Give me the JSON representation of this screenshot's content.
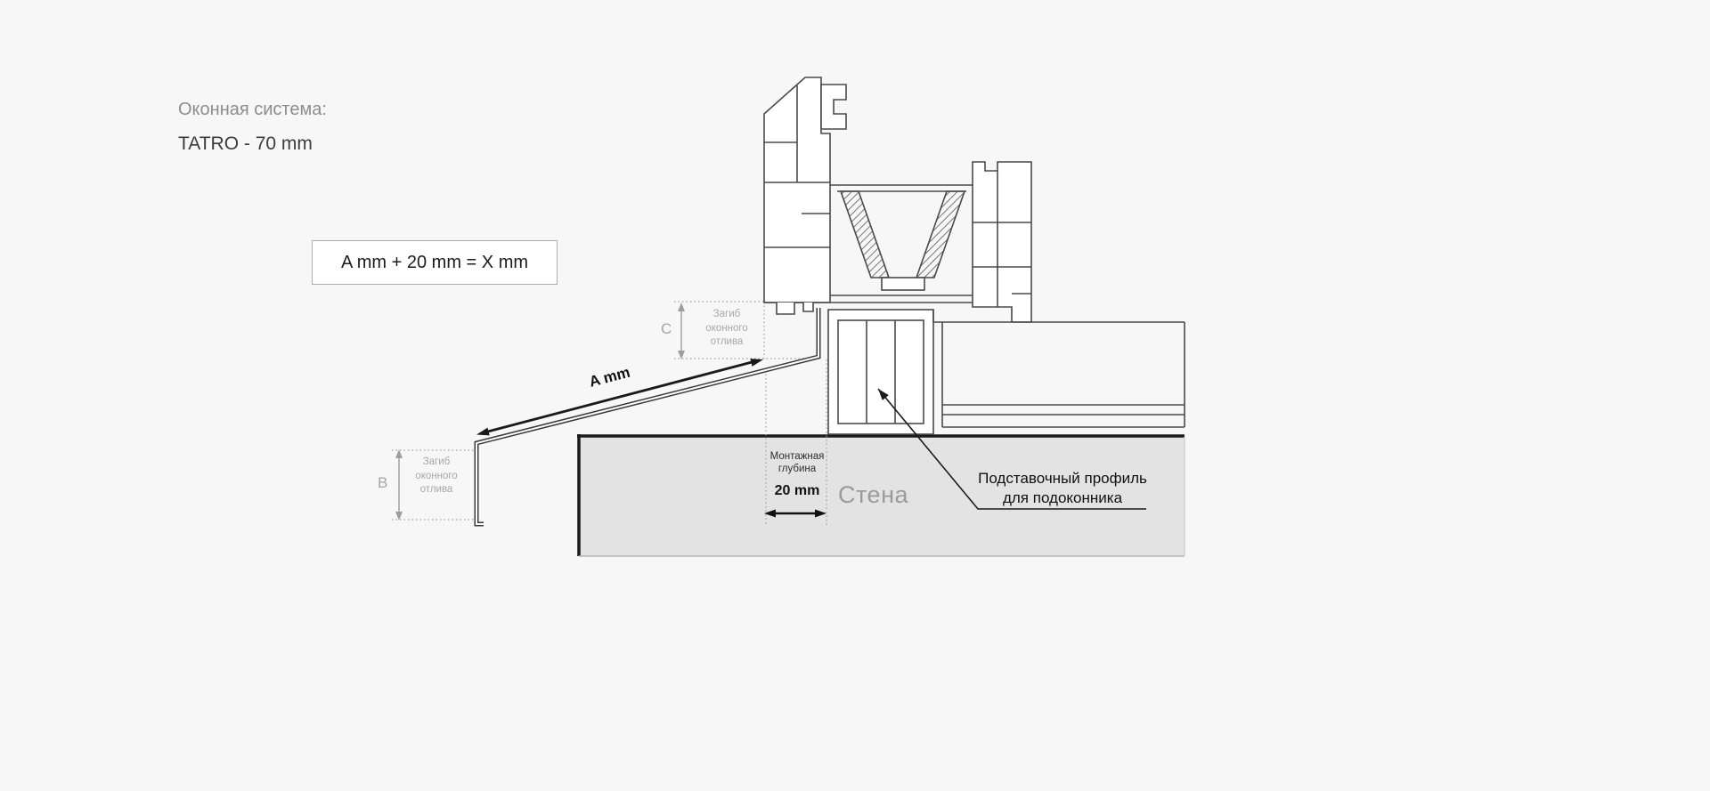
{
  "page": {
    "background": "#f7f7f7"
  },
  "header": {
    "label": "Оконная система:",
    "value": "TATRO - 70 mm"
  },
  "formula": {
    "text": "A mm + 20 mm = X mm"
  },
  "labels": {
    "bend_top": "Загиб\nоконного\nотлива",
    "bend_bottom": "Загиб\nоконного\nотлива",
    "dim_c": "C",
    "dim_b": "B",
    "dim_a": "A mm",
    "mounting_depth": "Монтажная\nглубина",
    "depth_value": "20 mm",
    "wall": "Стена",
    "support_profile": "Подставочный профиль\nдля подоконника"
  },
  "colors": {
    "background": "#f7f7f7",
    "profile_outline": "#4a4a4a",
    "wall_fill": "#e3e3e3",
    "wall_border": "#1a1a1a",
    "dimension_gray": "#9e9e9e",
    "text_gray": "#8d8d8d",
    "text_dark": "#1c1c1c"
  }
}
